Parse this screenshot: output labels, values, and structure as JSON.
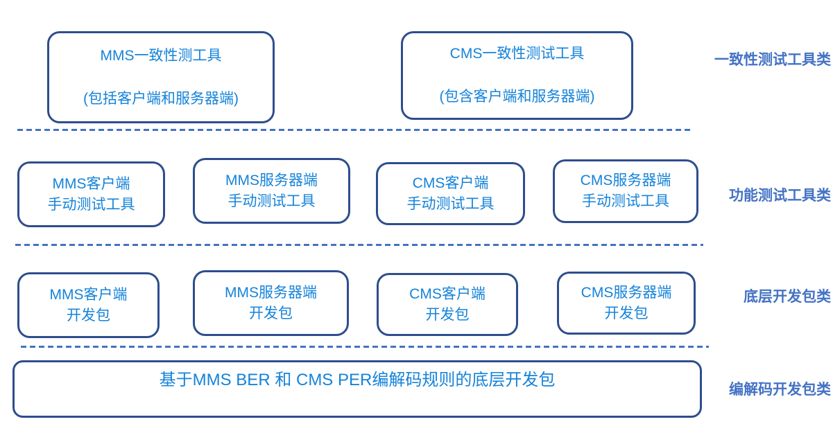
{
  "diagram": {
    "title": "MMS/CMS tool stack layers",
    "colors": {
      "box_border": "#2E4D8E",
      "box_text": "#1583D9",
      "side_label_text": "#4472C4",
      "divider": "#4472C4",
      "background": "#FFFFFF"
    },
    "rows": [
      {
        "label": "一致性测试工具类",
        "boxes": [
          {
            "lines": [
              "MMS一致性测工具",
              "(包括客户端和服务器端)"
            ]
          },
          {
            "lines": [
              "CMS一致性测试工具",
              "(包含客户端和服务器端)"
            ]
          }
        ]
      },
      {
        "label": "功能测试工具类",
        "boxes": [
          {
            "lines": [
              "MMS客户端",
              "手动测试工具"
            ]
          },
          {
            "lines": [
              "MMS服务器端",
              "手动测试工具"
            ]
          },
          {
            "lines": [
              "CMS客户端",
              "手动测试工具"
            ]
          },
          {
            "lines": [
              "CMS服务器端",
              "手动测试工具"
            ]
          }
        ]
      },
      {
        "label": "底层开发包类",
        "boxes": [
          {
            "lines": [
              "MMS客户端",
              "开发包"
            ]
          },
          {
            "lines": [
              "MMS服务器端",
              "开发包"
            ]
          },
          {
            "lines": [
              "CMS客户端",
              "开发包"
            ]
          },
          {
            "lines": [
              "CMS服务器端",
              "开发包"
            ]
          }
        ]
      },
      {
        "label": "编解码开发包类",
        "boxes": [
          {
            "lines": [
              "基于MMS BER 和 CMS  PER编解码规则的底层开发包"
            ]
          }
        ]
      }
    ]
  }
}
